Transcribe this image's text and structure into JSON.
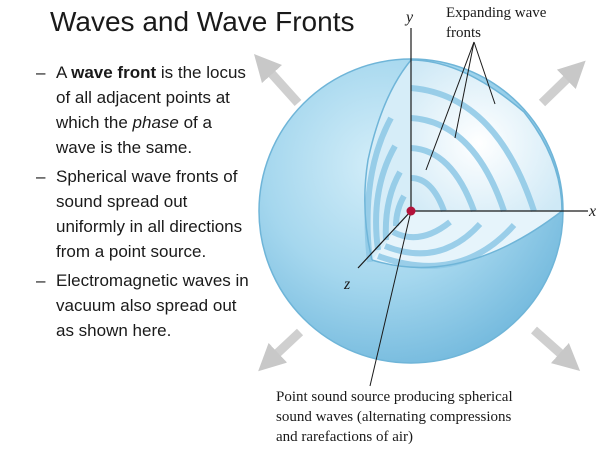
{
  "slide": {
    "title": "Waves and Wave Fronts"
  },
  "bullets": [
    {
      "dash": "–",
      "pre": "A ",
      "bold": "wave front",
      "mid": " is the locus of all adjacent points at which the ",
      "italic": "phase",
      "post": " of a wave is the same."
    },
    {
      "dash": "–",
      "text": "Spherical wave fronts of sound spread out uniformly in all directions from a point source."
    },
    {
      "dash": "–",
      "text": "Electromagnetic waves in vacuum also spread out as shown here."
    }
  ],
  "figure": {
    "axis_x": "x",
    "axis_y": "y",
    "axis_z": "z",
    "callout_top_line1": "Expanding wave",
    "callout_top_line2": "fronts",
    "callout_bottom_line1": "Point sound source producing spherical",
    "callout_bottom_line2": "sound waves (alternating compressions",
    "callout_bottom_line3": "and rarefactions of air)",
    "colors": {
      "sphere": "#9fd3ec",
      "sphere_edge": "#6fb5d8",
      "source": "#b3123a",
      "arrow": "#c8c8c8"
    }
  }
}
